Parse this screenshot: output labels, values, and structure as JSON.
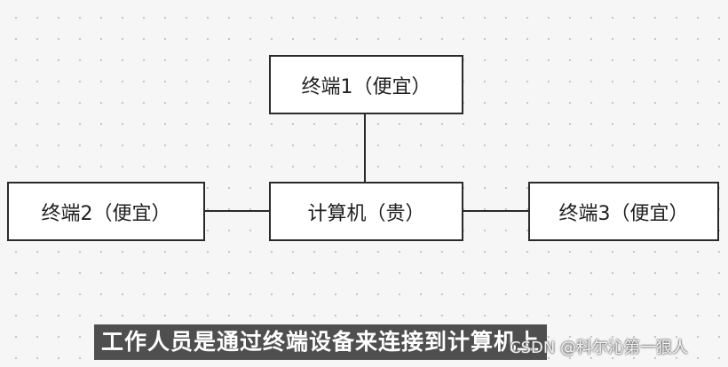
{
  "diagram": {
    "nodes": {
      "top": "终端1（便宜）",
      "center": "计算机（贵）",
      "left": "终端2（便宜）",
      "right": "终端3（便宜）"
    }
  },
  "subtitle": "工作人员是通过终端设备来连接到计算机上",
  "watermark": "CSDN @科尔沁第一狠人"
}
